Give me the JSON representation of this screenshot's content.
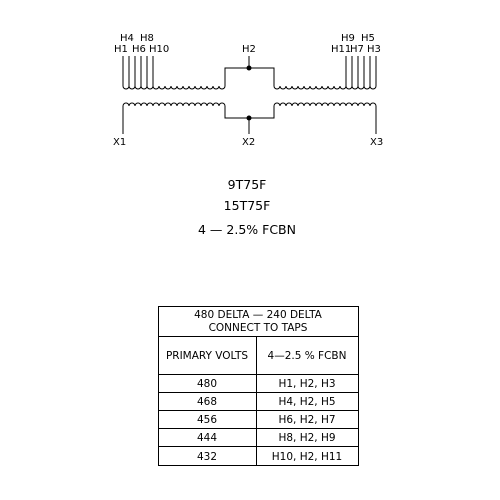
{
  "diagram": {
    "terminals": {
      "primary_left_top": [
        "H4",
        "H8"
      ],
      "primary_left_bottom": [
        "H1",
        "H6",
        "H10"
      ],
      "primary_center": "H2",
      "primary_right_top": [
        "H9",
        "H5"
      ],
      "primary_right_bottom": [
        "H11",
        "H7",
        "H3"
      ],
      "secondary": [
        "X1",
        "X2",
        "X3"
      ]
    }
  },
  "models": {
    "line1": "9T75F",
    "line2": "15T75F",
    "taps": "4 — 2.5% FCBN"
  },
  "table": {
    "title_line1": "480 DELTA — 240 DELTA",
    "title_line2": "CONNECT TO TAPS",
    "header_volts": "PRIMARY VOLTS",
    "header_taps": "4—2.5 % FCBN",
    "rows": [
      {
        "volts": "480",
        "taps": "H1, H2, H3"
      },
      {
        "volts": "468",
        "taps": "H4, H2, H5"
      },
      {
        "volts": "456",
        "taps": "H6, H2, H7"
      },
      {
        "volts": "444",
        "taps": "H8, H2, H9"
      },
      {
        "volts": "432",
        "taps": "H10, H2, H11"
      }
    ]
  }
}
